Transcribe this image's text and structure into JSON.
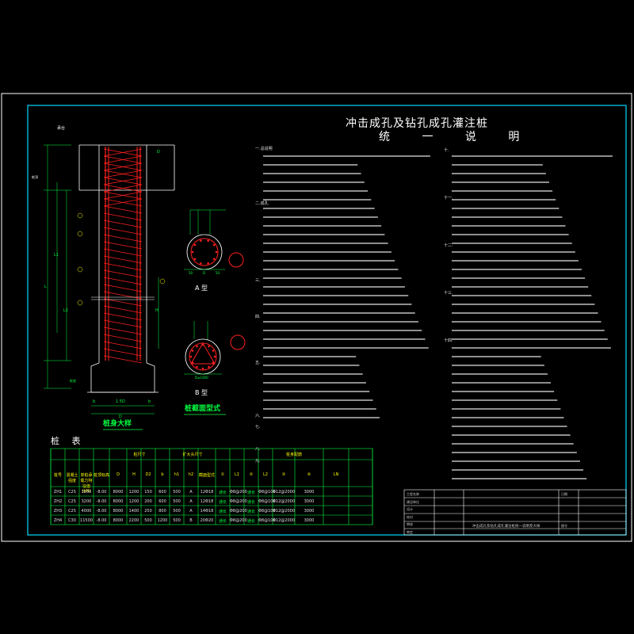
{
  "drawing": {
    "title": "冲击成孔及钻孔成孔灌注桩",
    "subtitle": "统 一 说 明",
    "colors": {
      "frame": "#00d8ff",
      "rebar": "#ff2020",
      "green": "#00ff40",
      "yellow": "#ffff00",
      "white": "#ffffff",
      "text": "#d0d0d0"
    }
  },
  "pile_detail": {
    "caption": "桩身大样",
    "labels": [
      "承台",
      "桩顶",
      "桩底"
    ],
    "dims": [
      "D",
      "D",
      "1.5D",
      "L",
      "L1",
      "L2",
      "H",
      "b",
      "b"
    ]
  },
  "sections": {
    "caption": "桩截面型式",
    "type_a": "A 型",
    "type_b": "B 型",
    "dims_a": [
      "50",
      "D",
      "50"
    ],
    "dims_b": [
      "D≥1000"
    ]
  },
  "notes": {
    "items": [
      "一.总说明",
      "二.成孔",
      "三.",
      "四.",
      "五.",
      "六.",
      "七.",
      "八.",
      "九.",
      "十.",
      "十一.",
      "十二.",
      "十三.",
      "十四."
    ]
  },
  "pile_table": {
    "title": "桩 表",
    "group_headers": [
      "桩尺寸",
      "扩大头尺寸",
      "桩身配筋"
    ],
    "headers": [
      "桩号",
      "混凝土强度",
      "单桩承载力特征值(kN)",
      "桩顶标高",
      "D",
      "H",
      "D2",
      "b",
      "h1",
      "h2",
      "截面型式",
      "①",
      "L1",
      "②",
      "L2",
      "③",
      "④",
      "LN"
    ],
    "rows": [
      [
        "ZH1",
        "C25",
        "3200",
        "-8.00",
        "8000",
        "1200",
        "150",
        "600",
        "500",
        "A",
        "12Φ18",
        "通长",
        "Φ8@200",
        "通长",
        "Φ8@100",
        "Φ12@2000",
        "3000"
      ],
      [
        "ZH2",
        "C25",
        "3200",
        "-8.00",
        "8000",
        "1200",
        "200",
        "600",
        "500",
        "A",
        "12Φ18",
        "通长",
        "Φ8@200",
        "通长",
        "Φ8@100",
        "Φ12@2000",
        "3000"
      ],
      [
        "ZH3",
        "C25",
        "4000",
        "-8.00",
        "8000",
        "1400",
        "250",
        "800",
        "500",
        "A",
        "14Φ18",
        "通长",
        "Φ8@200",
        "通长",
        "Φ8@100",
        "Φ12@2000",
        "3000"
      ],
      [
        "ZH4",
        "C30",
        "11500",
        "-8.00",
        "8000",
        "2200",
        "500",
        "1200",
        "500",
        "B",
        "20Φ20",
        "通长",
        "Φ8@200",
        "通长",
        "Φ8@100",
        "Φ12@2000",
        "3000"
      ]
    ]
  },
  "title_block": {
    "drawing_name": "冲击成孔及钻孔成孔灌注桩统一说明及大样",
    "fields": [
      "工程名称",
      "建设单位",
      "设计",
      "校对",
      "审核",
      "审定",
      "日期",
      "图号"
    ]
  }
}
